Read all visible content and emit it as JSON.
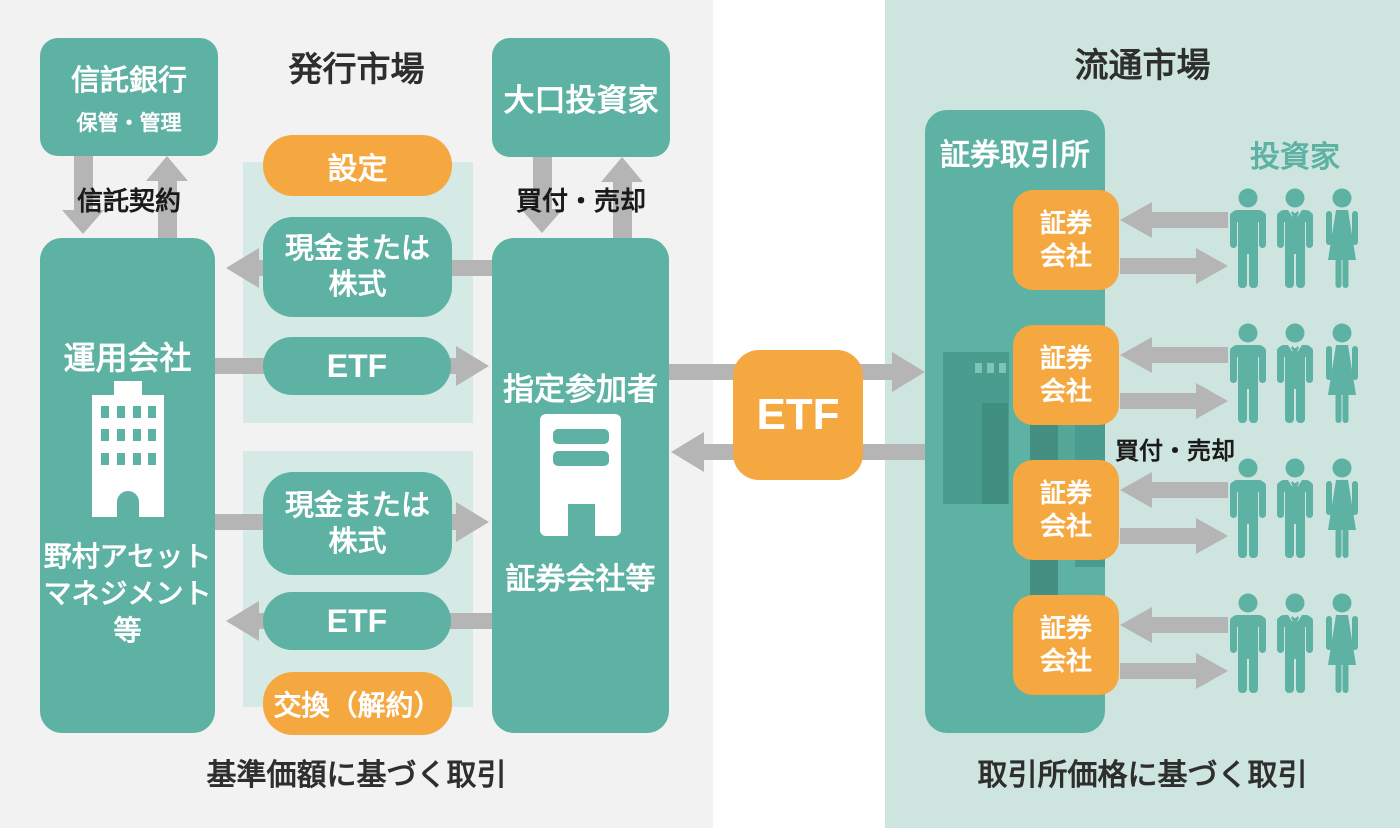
{
  "colors": {
    "teal_box": "#5db2a3",
    "teal_dark_building": "#4a9c8e",
    "teal_darker_building": "#3f8e80",
    "teal_mid_building": "#55a797",
    "teal_window_dot": "#7fc5b7",
    "orange": "#f6a840",
    "arrow_gray": "#b5b5b5",
    "panel_left_bg": "#f1f2f1",
    "panel_right_bg": "#cee5df",
    "inner_panel_bg": "#d6eae5",
    "text_dark": "#2e2e2e",
    "investors_label_color": "#5db2a3"
  },
  "icons": {
    "management_building": "office-tower-building-icon",
    "participant_building": "office-building-icon",
    "exchange_building": "city-skyline-building-icon",
    "investor_icons": [
      "person-man-icon",
      "person-man-tie-icon",
      "person-woman-icon"
    ]
  },
  "issuance": {
    "title": "発行市場",
    "caption": "基準価額に基づく取引",
    "trust_bank": {
      "title": "信託銀行",
      "subtitle": "保管・管理"
    },
    "trust_contract_label": "信託契約",
    "buy_sell_label": "買付・売却",
    "large_investor": {
      "title": "大口投資家"
    },
    "management": {
      "title": "運用会社",
      "name_lines": [
        "野村アセット",
        "マネジメント",
        "等"
      ]
    },
    "participant": {
      "title": "指定参加者",
      "subtitle": "証券会社等"
    },
    "flows": {
      "setup": "設定",
      "cash_upper": {
        "line1": "現金または",
        "line2": "株式"
      },
      "etf_upper": "ETF",
      "cash_lower": {
        "line1": "現金または",
        "line2": "株式"
      },
      "etf_lower": "ETF",
      "redeem": "交換（解約）"
    }
  },
  "center": {
    "etf_label": "ETF"
  },
  "secondary": {
    "title": "流通市場",
    "caption": "取引所価格に基づく取引",
    "exchange_title": "証券取引所",
    "investors_label": "投資家",
    "buy_sell_label": "買付・売却",
    "brokers": [
      {
        "line1": "証券",
        "line2": "会社"
      },
      {
        "line1": "証券",
        "line2": "会社"
      },
      {
        "line1": "証券",
        "line2": "会社"
      },
      {
        "line1": "証券",
        "line2": "会社"
      }
    ]
  }
}
